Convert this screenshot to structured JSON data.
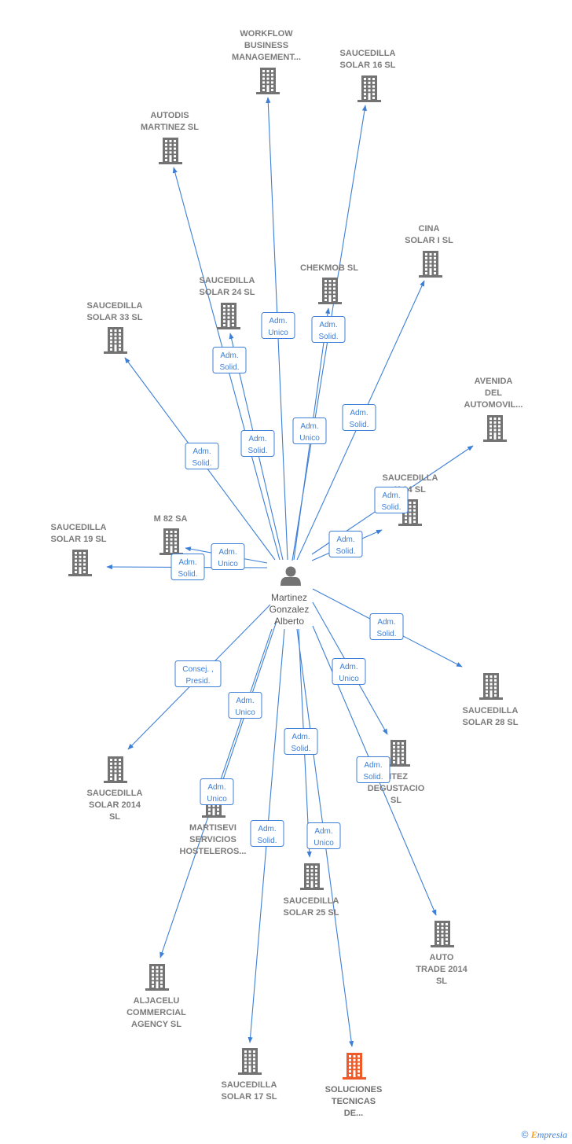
{
  "center": {
    "id": "person",
    "label_lines": [
      "Martinez",
      "Gonzalez",
      "Alberto"
    ],
    "icon": "person-icon"
  },
  "colors": {
    "edge": "#3d7fd6",
    "building": "#737373",
    "highlight": "#f05a28"
  },
  "nodes": [
    {
      "id": "workflow",
      "label_lines": [
        "WORKFLOW",
        "BUSINESS",
        "MANAGEMENT..."
      ]
    },
    {
      "id": "ss16",
      "label_lines": [
        "SAUCEDILLA",
        "SOLAR 16 SL"
      ]
    },
    {
      "id": "autodis",
      "label_lines": [
        "AUTODIS",
        "MARTINEZ  SL"
      ]
    },
    {
      "id": "cina",
      "label_lines": [
        "CINA",
        "SOLAR I  SL"
      ]
    },
    {
      "id": "chekmob",
      "label_lines": [
        "CHEKMOB  SL"
      ]
    },
    {
      "id": "ss24",
      "label_lines": [
        "SAUCEDILLA",
        "SOLAR 24 SL"
      ]
    },
    {
      "id": "ss33",
      "label_lines": [
        "SAUCEDILLA",
        "SOLAR 33 SL"
      ]
    },
    {
      "id": "avenida",
      "label_lines": [
        "AVENIDA",
        "DEL",
        "AUTOMOVIL..."
      ]
    },
    {
      "id": "ss14",
      "label_lines": [
        "SAUCEDILLA",
        "X 14 SL"
      ]
    },
    {
      "id": "m82",
      "label_lines": [
        "M 82 SA"
      ]
    },
    {
      "id": "ss19",
      "label_lines": [
        "SAUCEDILLA",
        "SOLAR 19 SL"
      ]
    },
    {
      "id": "ss28",
      "label_lines": [
        "SAUCEDILLA",
        "SOLAR 28 SL"
      ]
    },
    {
      "id": "mtez",
      "label_lines": [
        "MTEZ",
        "DEGUSTACIO",
        "SL"
      ]
    },
    {
      "id": "ss2014",
      "label_lines": [
        "SAUCEDILLA",
        "SOLAR 2014",
        "SL"
      ]
    },
    {
      "id": "martisevi",
      "label_lines": [
        "MARTISEVI",
        "SERVICIOS",
        "HOSTELEROS..."
      ]
    },
    {
      "id": "ss25",
      "label_lines": [
        "SAUCEDILLA",
        "SOLAR 25 SL"
      ]
    },
    {
      "id": "autotrade",
      "label_lines": [
        "AUTO",
        "TRADE 2014",
        "SL"
      ]
    },
    {
      "id": "aljacelu",
      "label_lines": [
        "ALJACELU",
        "COMMERCIAL",
        "AGENCY  SL"
      ]
    },
    {
      "id": "ss17",
      "label_lines": [
        "SAUCEDILLA",
        "SOLAR 17 SL"
      ]
    },
    {
      "id": "soluciones",
      "label_lines": [
        "SOLUCIONES",
        "TECNICAS",
        "DE..."
      ],
      "highlight": true
    }
  ],
  "edges": [
    {
      "to": "workflow",
      "tag": [
        "Adm.",
        "Unico"
      ]
    },
    {
      "to": "ss16",
      "tag": [
        "Adm.",
        "Solid."
      ]
    },
    {
      "to": "autodis",
      "tag": [
        "Adm.",
        "Solid."
      ]
    },
    {
      "to": "cina",
      "tag": [
        "Adm.",
        "Solid."
      ]
    },
    {
      "to": "chekmob",
      "tag": [
        "Adm.",
        "Unico"
      ]
    },
    {
      "to": "ss24",
      "tag": [
        "Adm.",
        "Solid."
      ]
    },
    {
      "to": "ss33",
      "tag": [
        "Adm.",
        "Solid."
      ]
    },
    {
      "to": "avenida",
      "tag": [
        "Adm.",
        "Solid."
      ]
    },
    {
      "to": "ss14",
      "tag": [
        "Adm.",
        "Solid."
      ]
    },
    {
      "to": "m82",
      "tag": [
        "Adm.",
        "Unico"
      ]
    },
    {
      "to": "ss19",
      "tag": [
        "Adm.",
        "Solid."
      ]
    },
    {
      "to": "ss28",
      "tag": [
        "Adm.",
        "Solid."
      ]
    },
    {
      "to": "mtez",
      "tag": [
        "Adm.",
        "Unico"
      ]
    },
    {
      "to": "ss2014",
      "tag": [
        "Consej. ,",
        "Presid."
      ]
    },
    {
      "to": "martisevi",
      "tag": [
        "Adm.",
        "Unico"
      ]
    },
    {
      "to": "ss25",
      "tag": [
        "Adm.",
        "Solid."
      ]
    },
    {
      "to": "autotrade",
      "tag": [
        "Adm.",
        "Solid."
      ]
    },
    {
      "to": "aljacelu",
      "tag": [
        "Adm.",
        "Unico"
      ]
    },
    {
      "to": "ss17",
      "tag": [
        "Adm.",
        "Solid."
      ]
    },
    {
      "to": "soluciones",
      "tag": [
        "Adm.",
        "Unico"
      ]
    }
  ],
  "footer": {
    "copyright": "©",
    "brand_initial": "E",
    "brand_rest": "mpresia"
  }
}
